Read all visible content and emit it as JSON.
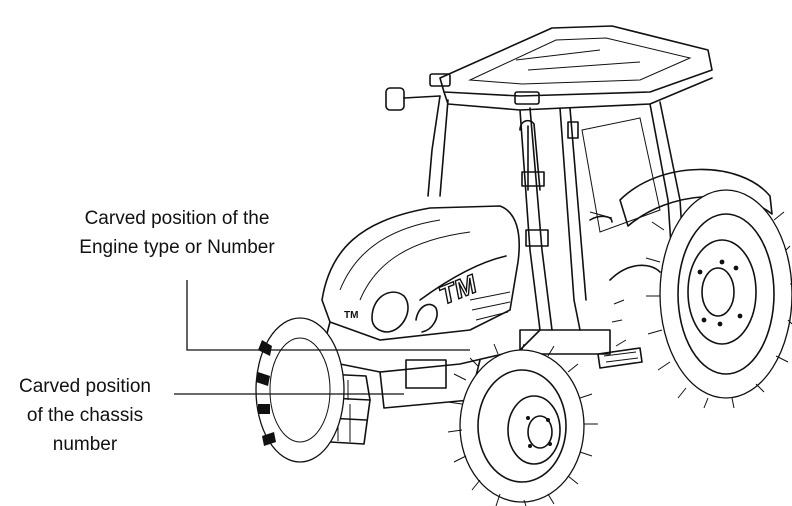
{
  "labels": {
    "engine": {
      "line1": "Carved position of the",
      "line2": "Engine type or Number"
    },
    "chassis": {
      "line1": "Carved position",
      "line2": "of the chassis",
      "line3": "number"
    }
  },
  "brand_marks": {
    "hood_logo": "TM",
    "grille_logo": "TM"
  }
}
